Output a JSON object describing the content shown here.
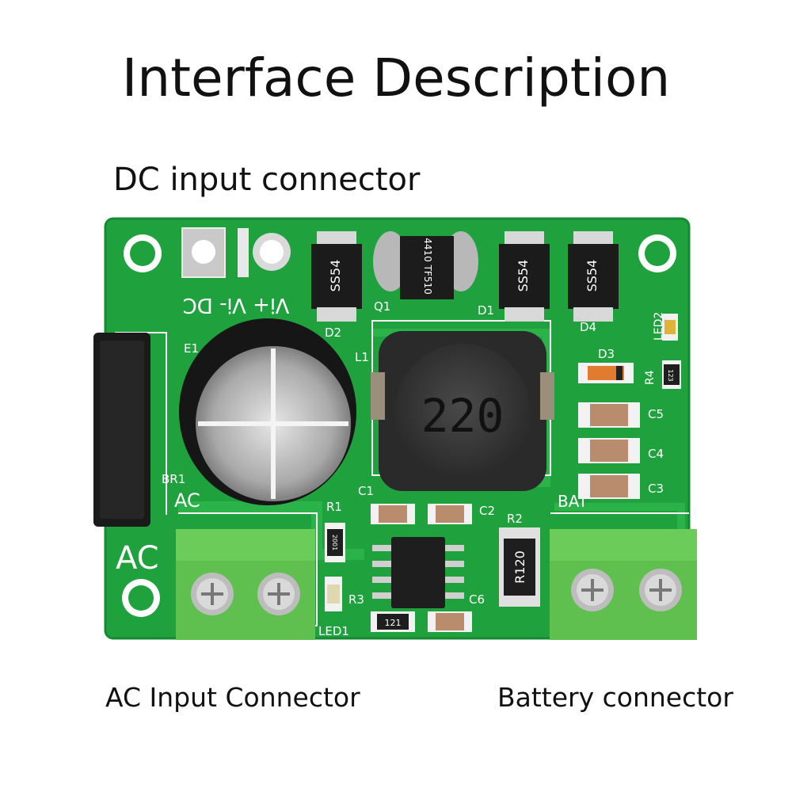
{
  "title": "Interface Description",
  "callouts": {
    "dc_input": "DC input connector",
    "ac_input": "AC Input Connector",
    "battery": "Battery connector"
  },
  "board": {
    "silkscreen": {
      "dc_pins": "Vi+ Vi- DC",
      "e1": "E1",
      "br1": "BR1",
      "ac_small": "AC",
      "ac_large": "AC",
      "l1": "L1",
      "q1": "Q1",
      "d1": "D1",
      "d2": "D2",
      "d3": "D3",
      "d4": "D4",
      "led1": "LED1",
      "led2": "LED2",
      "r1": "R1",
      "r2": "R2",
      "r3": "R3",
      "r4": "R4",
      "c1": "C1",
      "c2": "C2",
      "c3": "C3",
      "c4": "C4",
      "c5": "C5",
      "c6": "C6",
      "bat": "BAT"
    },
    "component_markings": {
      "inductor": "220",
      "diode_d2": "SS54",
      "diode_d1": "SS54",
      "diode_d4": "SS54",
      "resistor_r2": "R120",
      "resistor_r1": "2001",
      "resistor_r3": "121",
      "resistor_r4": "123",
      "mosfet": "4410 TF510"
    },
    "colors": {
      "pcb": "#1fa23e",
      "terminal": "#5fbf4f",
      "silk": "#ffffff"
    }
  }
}
